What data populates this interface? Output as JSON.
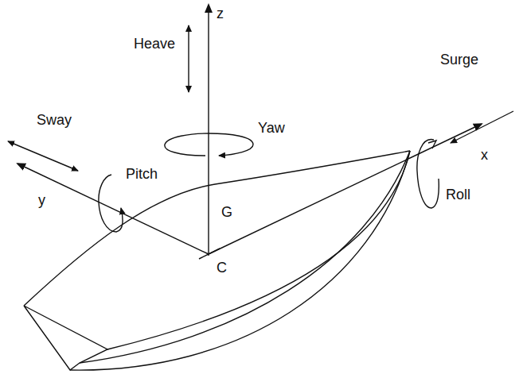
{
  "diagram": {
    "labels": [
      "Heave",
      "z",
      "Yaw",
      "Sway",
      "Pitch",
      "y",
      "Surge",
      "x",
      "Roll",
      "G",
      "C"
    ]
  }
}
